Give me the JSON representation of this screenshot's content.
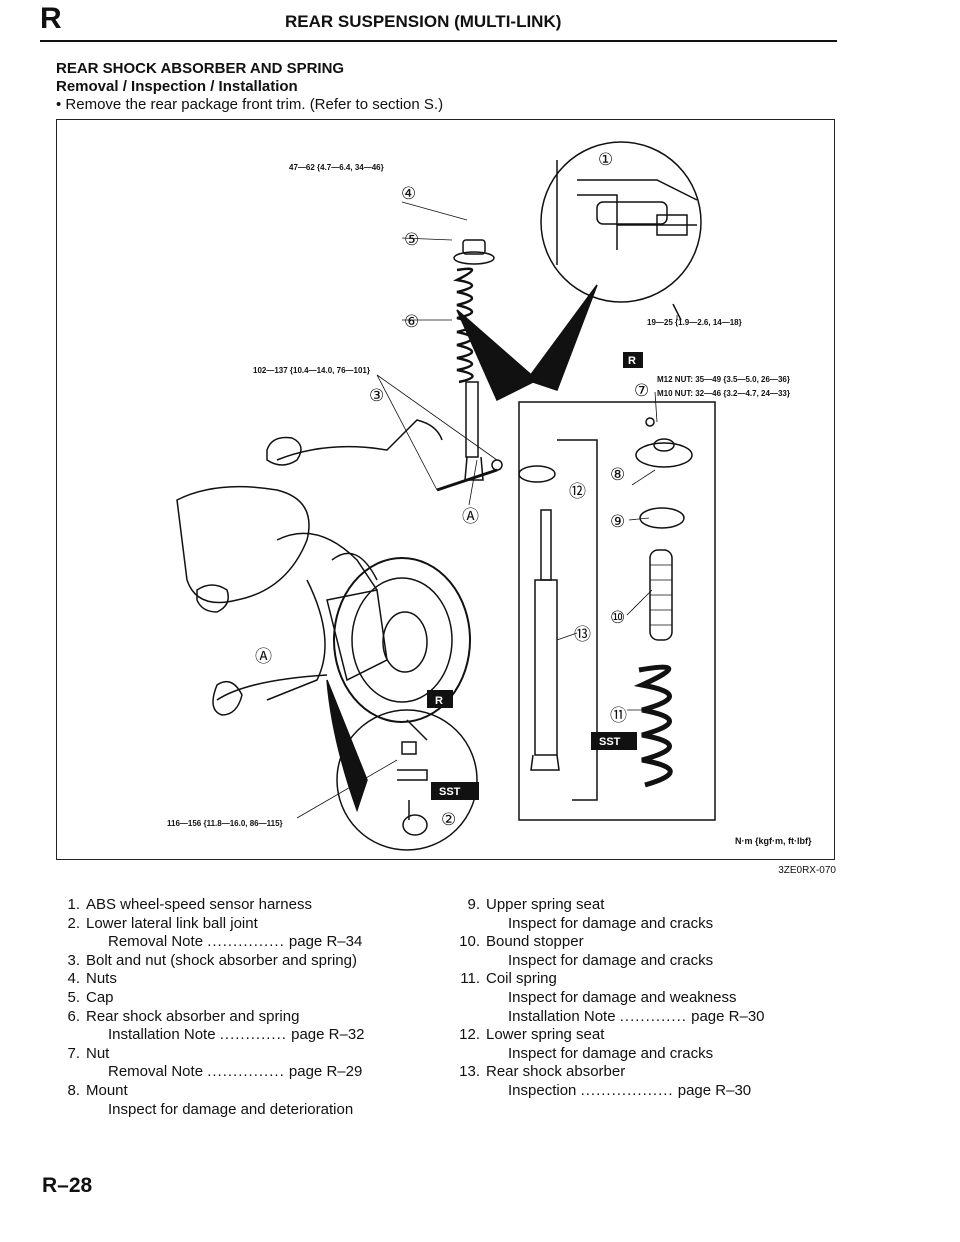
{
  "header": {
    "section_letter": "R",
    "title": "REAR SUSPENSION (MULTI-LINK)"
  },
  "section": {
    "title": "REAR SHOCK ABSORBER AND SPRING",
    "subtitle": "Removal / Inspection / Installation",
    "bullet": "Remove the rear package front trim. (Refer to section S.)"
  },
  "figure": {
    "id": "3ZE0RX-070",
    "units": "N·m {kgf·m, ft·lbf}",
    "torques": {
      "t4": "47—62 {4.7—6.4, 34—46}",
      "t1": "19—25 {1.9—2.6, 14—18}",
      "t3": "102—137 {10.4—14.0, 76—101}",
      "t7a": "M12 NUT: 35—49 {3.5—5.0, 26—36}",
      "t7b": "M10 NUT: 32—46 {3.2—4.7, 24—33}",
      "t2": "116—156 {11.8—16.0, 86—115}"
    },
    "callouts": [
      "①",
      "②",
      "③",
      "④",
      "⑤",
      "⑥",
      "⑦",
      "⑧",
      "⑨",
      "⑩",
      "⑪",
      "⑫",
      "⑬",
      "Ⓐ",
      "Ⓐ"
    ],
    "badges": {
      "r": "R",
      "sst": "SST"
    }
  },
  "left_list": [
    {
      "num": "1.",
      "text": "ABS wheel-speed sensor harness"
    },
    {
      "num": "2.",
      "text": "Lower lateral link ball joint"
    },
    {
      "sub": "Removal Note",
      "dots": "...............",
      "page": "page R–34"
    },
    {
      "num": "3.",
      "text": "Bolt and nut (shock absorber and spring)"
    },
    {
      "num": "4.",
      "text": "Nuts"
    },
    {
      "num": "5.",
      "text": "Cap"
    },
    {
      "num": "6.",
      "text": "Rear shock absorber and spring"
    },
    {
      "sub": "Installation Note",
      "dots": ".............",
      "page": "page R–32"
    },
    {
      "num": "7.",
      "text": "Nut"
    },
    {
      "sub": "Removal Note",
      "dots": "...............",
      "page": "page R–29"
    },
    {
      "num": "8.",
      "text": "Mount"
    },
    {
      "sub": "Inspect for damage and deterioration"
    }
  ],
  "right_list": [
    {
      "num": "9.",
      "text": "Upper spring seat"
    },
    {
      "sub": "Inspect for damage and cracks"
    },
    {
      "num": "10.",
      "text": "Bound stopper"
    },
    {
      "sub": "Inspect for damage and cracks"
    },
    {
      "num": "11.",
      "text": "Coil spring"
    },
    {
      "sub": "Inspect for damage and weakness"
    },
    {
      "sub": "Installation Note",
      "dots": ".............",
      "page": "page R–30"
    },
    {
      "num": "12.",
      "text": "Lower spring seat"
    },
    {
      "sub": "Inspect for damage and cracks"
    },
    {
      "num": "13.",
      "text": "Rear shock absorber"
    },
    {
      "sub": "Inspection",
      "dots": "..................",
      "page": "page R–30"
    }
  ],
  "footer": {
    "page": "R–28"
  }
}
